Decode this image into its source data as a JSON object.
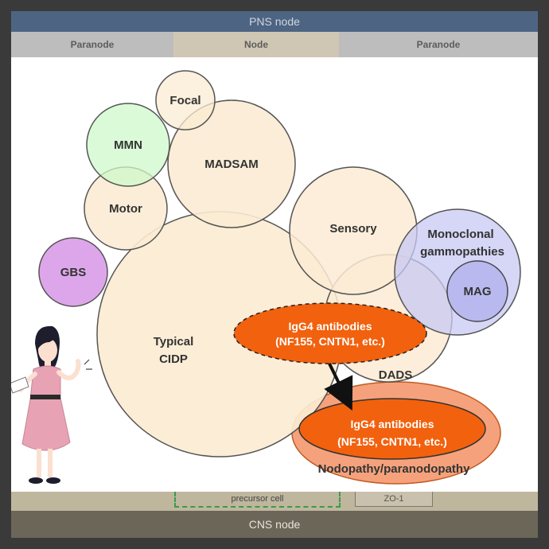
{
  "background_figure": {
    "top_bar_title": "PNS node",
    "columns": [
      "Paranode",
      "Node",
      "Paranode"
    ],
    "precursor_label": "precursor cell",
    "zo_label": "ZO-1",
    "bottom_title": "CNS node"
  },
  "diagram": {
    "bubbles": {
      "focal": "Focal",
      "mmn": "MMN",
      "madsam": "MADSAM",
      "motor": "Motor",
      "sensory": "Sensory",
      "monoclonal_line1": "Monoclonal",
      "monoclonal_line2": "gammopathies",
      "mag": "MAG",
      "gbs": "GBS",
      "typical_line1": "Typical",
      "typical_line2": "CIDP",
      "dads": "DADS"
    },
    "igg4_upper": {
      "line1": "IgG4 antibodies",
      "line2": "(NF155, CNTN1, etc.)"
    },
    "igg4_lower": {
      "line1": "IgG4 antibodies",
      "line2": "(NF155, CNTN1, etc.)"
    },
    "nodopathy_label": "Nodopathy/paranodopathy"
  },
  "colors": {
    "bubble_fill": "#fbebd3",
    "mmn_fill": "#cff8c9",
    "gbs_fill": "#dea6ea",
    "monoclonal_fill": "#c8c8f4",
    "igg4_fill": "#f2610e",
    "nodopathy_fill": "#f5a27c"
  }
}
